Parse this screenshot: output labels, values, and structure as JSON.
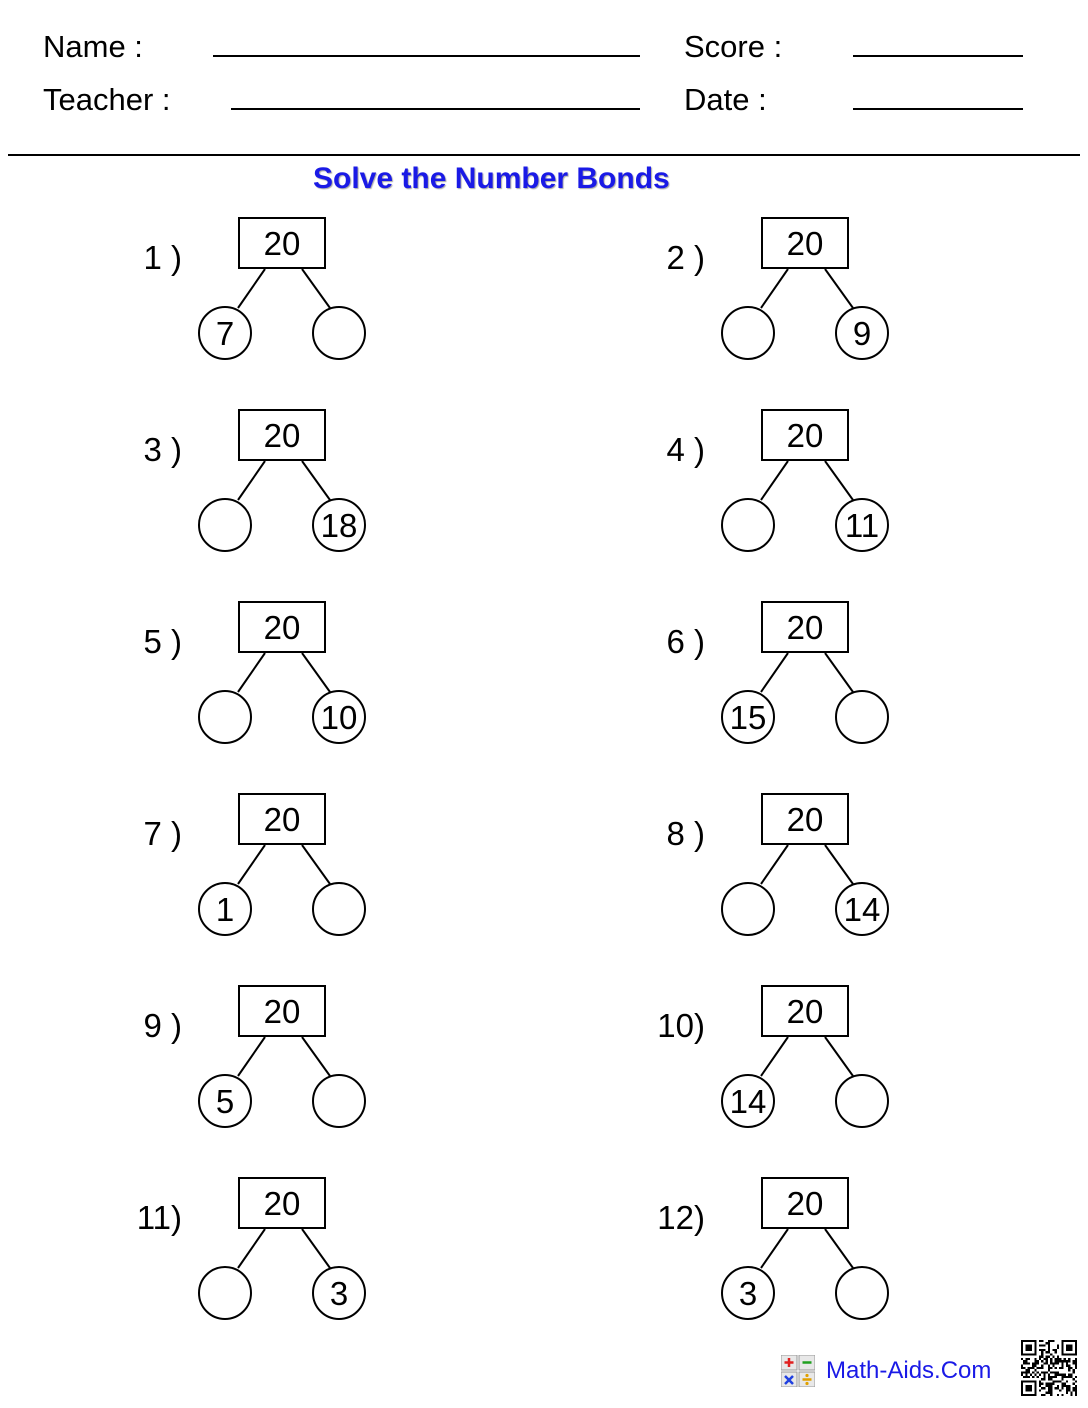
{
  "header": {
    "name_label": "Name :",
    "teacher_label": "Teacher :",
    "score_label": "Score :",
    "date_label": "Date :"
  },
  "title": "Solve the Number Bonds",
  "problems": [
    {
      "num": "1 )",
      "whole": "20",
      "left": "7",
      "right": ""
    },
    {
      "num": "2 )",
      "whole": "20",
      "left": "",
      "right": "9"
    },
    {
      "num": "3 )",
      "whole": "20",
      "left": "",
      "right": "18"
    },
    {
      "num": "4 )",
      "whole": "20",
      "left": "",
      "right": "11"
    },
    {
      "num": "5 )",
      "whole": "20",
      "left": "",
      "right": "10"
    },
    {
      "num": "6 )",
      "whole": "20",
      "left": "15",
      "right": ""
    },
    {
      "num": "7 )",
      "whole": "20",
      "left": "1",
      "right": ""
    },
    {
      "num": "8 )",
      "whole": "20",
      "left": "",
      "right": "14"
    },
    {
      "num": "9 )",
      "whole": "20",
      "left": "5",
      "right": ""
    },
    {
      "num": "10)",
      "whole": "20",
      "left": "14",
      "right": ""
    },
    {
      "num": "11)",
      "whole": "20",
      "left": "",
      "right": "3"
    },
    {
      "num": "12)",
      "whole": "20",
      "left": "3",
      "right": ""
    }
  ],
  "footer": {
    "site": "Math-Aids.Com",
    "logo_icon": "math-operations-icon",
    "qr_icon": "qr-code-icon"
  },
  "colors": {
    "title": "#1a1ae6",
    "footer_link": "#1a1ae6"
  }
}
